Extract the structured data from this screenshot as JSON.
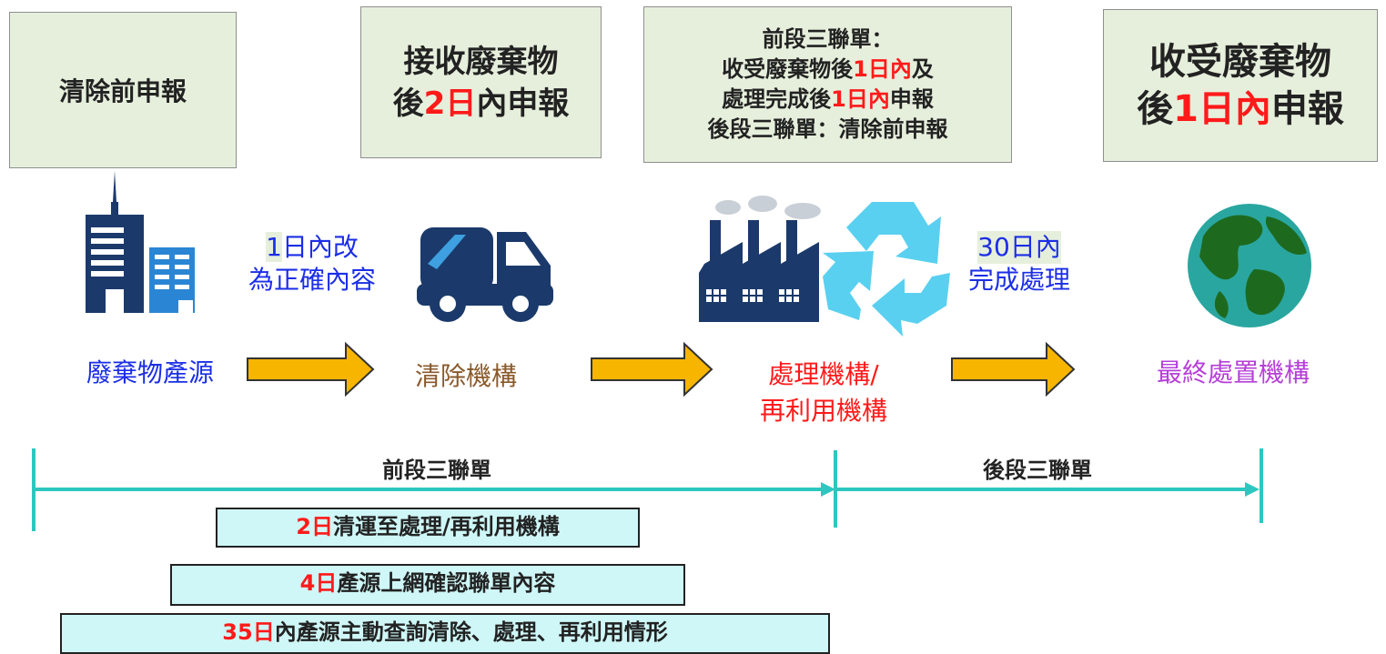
{
  "boxes": {
    "source_report": {
      "text": "清除前申報"
    },
    "transport_report": {
      "pre": "接收廢棄物",
      "post_pre": "後",
      "num": "2日",
      "post": "內申報"
    },
    "process_report": {
      "l1": "前段三聯單：",
      "l2_pre": "收受廢棄物後",
      "l2_num": "1日內",
      "l2_post": "及",
      "l3_pre": "處理完成後",
      "l3_num": "1日內",
      "l3_post": "申報",
      "l4": "後段三聯單：清除前申報"
    },
    "final_report": {
      "l1": "收受廢棄物",
      "l2_pre": "後",
      "l2_num": "1日內",
      "l2_post": "申報"
    }
  },
  "notes": {
    "correction": {
      "num": "1",
      "l1_rest": "日內改",
      "l2": "為正確內容"
    },
    "processing": {
      "l1": "30日內",
      "l2": "完成處理"
    }
  },
  "entities": {
    "source": "廢棄物產源",
    "transporter": "清除機構",
    "processor_l1": "處理機構/",
    "processor_l2": "再利用機構",
    "final": "最終處置機構"
  },
  "timeline": {
    "front": "前段三聯單",
    "back": "後段三聯單"
  },
  "bars": {
    "b1": {
      "num": "2日",
      "text": "清運至處理/再利用機構"
    },
    "b2": {
      "num": "4日",
      "text": "產源上網確認聯單內容"
    },
    "b3": {
      "num": "35日",
      "text": "內產源主動查詢清除、處理、再利用情形"
    }
  },
  "colors": {
    "box_bg": "#e6efdc",
    "highlight": "#ff1a1a",
    "note": "#1b2ee6",
    "source": "#1b2ee6",
    "transporter": "#8a5a2b",
    "processor": "#ff1a1a",
    "final": "#b63fd8",
    "arrow": "#f7b500",
    "timeline": "#2ec7c0",
    "icon_navy": "#1b3a6b",
    "recycle": "#5ad0f0"
  },
  "icons": [
    "building-icon",
    "truck-icon",
    "factory-icon",
    "recycle-icon",
    "globe-icon"
  ]
}
